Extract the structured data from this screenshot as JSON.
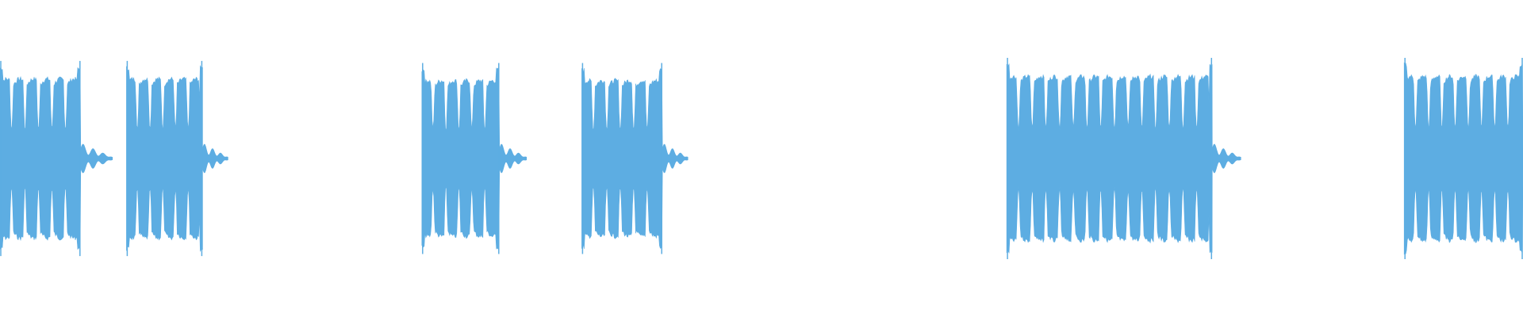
{
  "waveform": {
    "color": "#5dade2",
    "background": "#ffffff",
    "bursts": [
      {
        "start": 0.0,
        "end": 0.053,
        "pulses": 6,
        "tail_end": 0.074,
        "amplitude": 0.95
      },
      {
        "start": 0.083,
        "end": 0.133,
        "pulses": 6,
        "tail_end": 0.15,
        "amplitude": 0.95
      },
      {
        "start": 0.277,
        "end": 0.328,
        "pulses": 6,
        "tail_end": 0.346,
        "amplitude": 0.93
      },
      {
        "start": 0.382,
        "end": 0.435,
        "pulses": 6,
        "tail_end": 0.452,
        "amplitude": 0.93
      },
      {
        "start": 0.661,
        "end": 0.796,
        "pulses": 15,
        "tail_end": 0.815,
        "amplitude": 0.98
      },
      {
        "start": 0.922,
        "end": 1.0,
        "pulses": 9,
        "tail_end": 1.0,
        "amplitude": 0.98
      }
    ]
  }
}
